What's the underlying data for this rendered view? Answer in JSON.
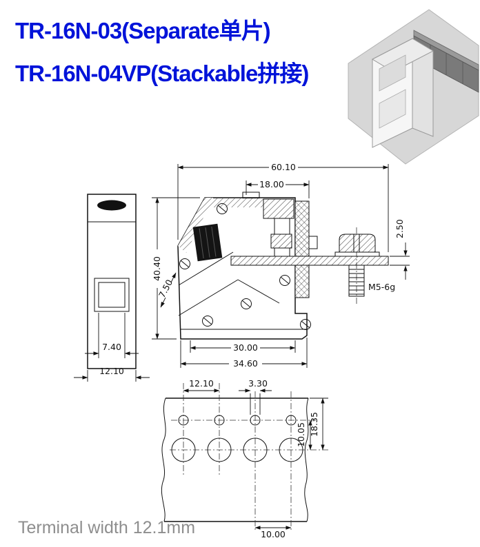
{
  "title": {
    "line1": "TR-16N-03(Separate单片)",
    "line2": "TR-16N-04VP(Stackable拼接)",
    "color": "#0013d9"
  },
  "footer": {
    "text": "Terminal width 12.1mm",
    "color": "#8e8e8e"
  },
  "side_view": {
    "dims": {
      "total_width": "60.10",
      "top_section": "18.00",
      "height": "40.40",
      "wire_slot": "7.50",
      "plate_thickness": "2.50",
      "screw_thread": "M5-6g",
      "body_width": "30.00",
      "base_width": "34.60"
    }
  },
  "front_view": {
    "dims": {
      "window_width": "7.40",
      "overall_width": "12.10"
    }
  },
  "footprint_view": {
    "dims": {
      "hole_pitch": "12.10",
      "small_hole_dia": "3.30",
      "edge_to_center": "18.35",
      "row_spacing": "10.05",
      "bottom_pitch": "10.00"
    }
  }
}
